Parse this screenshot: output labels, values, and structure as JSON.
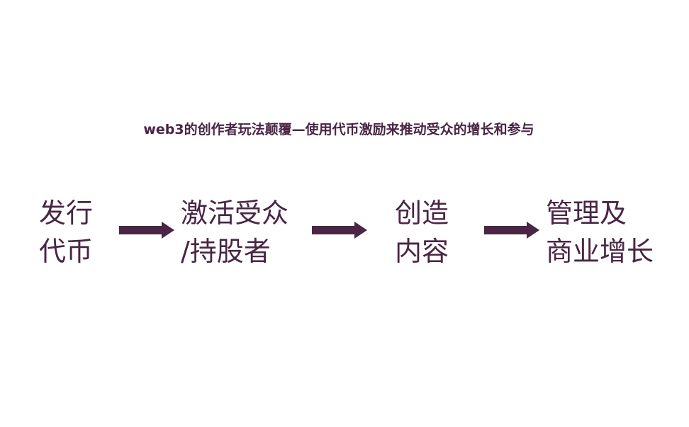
{
  "title": "web3的创作者玩法颠覆—使用代币激励来推动受众的增长和参与",
  "steps": [
    {
      "line1": "发行",
      "line2": "代币"
    },
    {
      "line1": "激活受众",
      "line2": "/持股者"
    },
    {
      "line1": "创造",
      "line2": "内容"
    },
    {
      "line1": "管理及",
      "line2": "商业增长"
    }
  ],
  "colors": {
    "primary": "#4a2545"
  }
}
